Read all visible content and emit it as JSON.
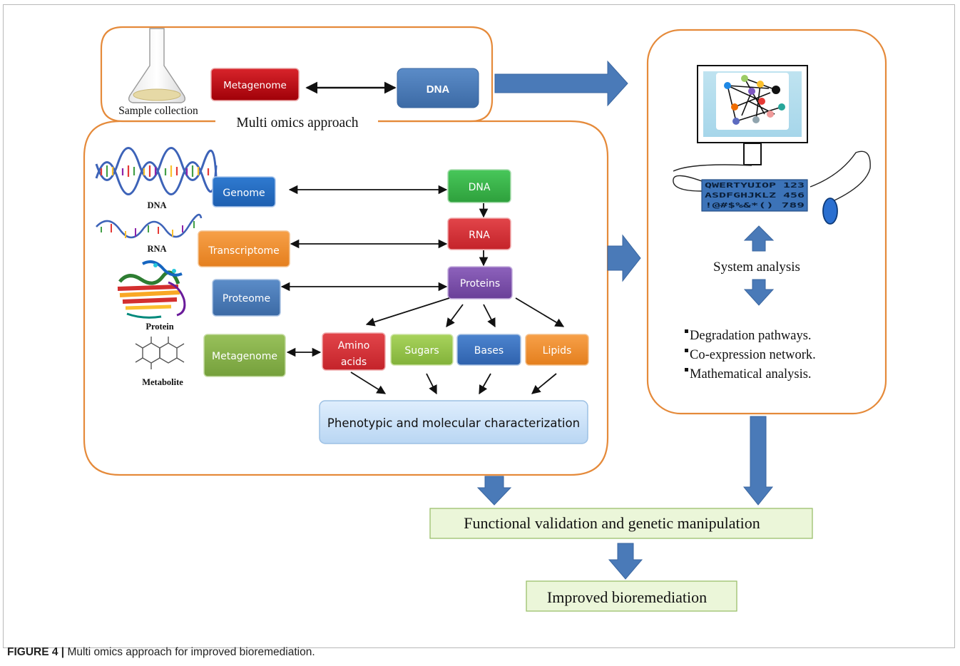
{
  "caption": {
    "label": "FIGURE 4 |",
    "text": "Multi omics approach for improved bioremediation."
  },
  "top_panel": {
    "sample_label": "Sample collection",
    "metagenome": "Metagenome",
    "dna": "DNA",
    "title": "Multi omics approach"
  },
  "omics": {
    "illustrations": [
      "DNA",
      "RNA",
      "Protein",
      "Metabolite"
    ],
    "left_boxes": [
      "Genome",
      "Transcriptome",
      "Proteome",
      "Metagenome"
    ],
    "flow": [
      "DNA",
      "RNA",
      "Proteins"
    ],
    "products": [
      "Amino acids",
      "Sugars",
      "Bases",
      "Lipids"
    ],
    "amino_line1": "Amino",
    "amino_line2": "acids",
    "characterization": "Phenotypic and molecular characterization"
  },
  "system": {
    "keyboard_rows": [
      "QWERTYUIOP 123",
      "ASDFGHJKLZ  456",
      "!@#$%&*()   789"
    ],
    "title": "System analysis",
    "bullets": [
      "Degradation pathways.",
      "Co-expression network.",
      "Mathematical analysis."
    ]
  },
  "outcomes": {
    "validation": "Functional validation and genetic manipulation",
    "improved": "Improved bioremediation"
  },
  "colors": {
    "panel_border": "#e58a3a",
    "arrow_blue": "#4a7ab8",
    "red": "#c0000b",
    "blue": "#4a7ab8",
    "green": "#3cb64a",
    "purple": "#7a4fa8",
    "orange": "#f08a2a",
    "olive": "#86b04a",
    "light_green_box": "#e9f5d6"
  }
}
